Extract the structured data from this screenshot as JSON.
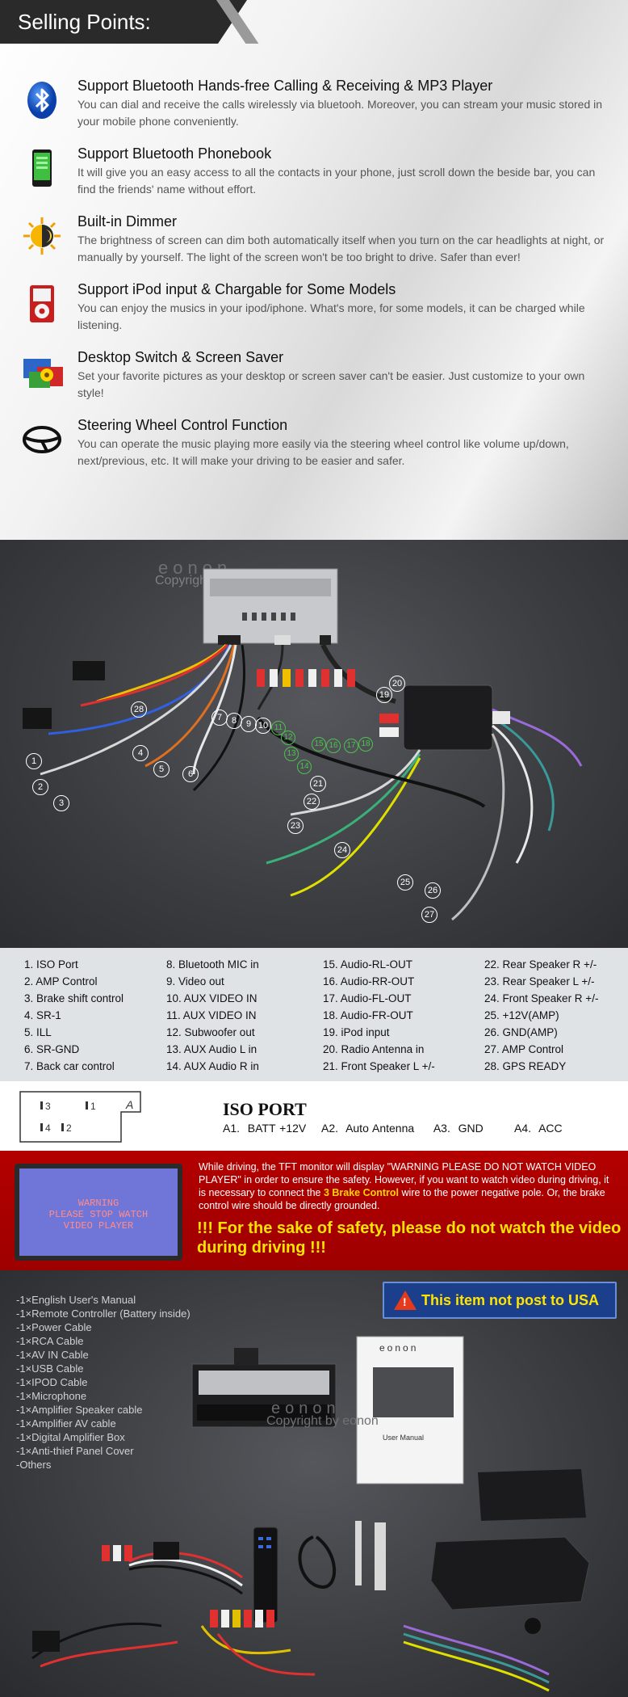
{
  "selling_points": {
    "title": "Selling Points:",
    "features": [
      {
        "icon": "bluetooth-icon",
        "title": "Support Bluetooth Hands-free Calling & Receiving & MP3 Player",
        "desc": "You can dial and receive the calls wirelessly via bluetooh. Moreover, you can stream your music stored in your mobile phone conveniently."
      },
      {
        "icon": "phone-icon",
        "title": "Support Bluetooth Phonebook",
        "desc": "It will give you an easy access to all the contacts in your phone, just scroll down the beside bar, you can find the friends' name without effort."
      },
      {
        "icon": "dimmer-icon",
        "title": "Built-in Dimmer",
        "desc": "The brightness of screen can dim both automatically itself when you turn on the car headlights at night, or manually by yourself. The light of the screen won't be too bright to drive. Safer than ever!"
      },
      {
        "icon": "ipod-icon",
        "title": "Support iPod input & Chargable for Some Models",
        "desc": "You can enjoy the musics in your ipod/iphone. What's more, for some models, it can be charged while listening."
      },
      {
        "icon": "desktop-icon",
        "title": "Desktop Switch & Screen Saver",
        "desc": "Set your favorite pictures as your desktop or screen saver can't be easier. Just customize to your own style!"
      },
      {
        "icon": "steering-wheel-icon",
        "title": "Steering Wheel Control Function",
        "desc": "You can operate the music playing more easily via the steering wheel control like volume up/down, next/previous, etc. It will make your driving to be easier and safer."
      }
    ]
  },
  "wiring": {
    "watermark": "Copyright by eonon",
    "brand": "eonon",
    "numbers": [
      "1",
      "2",
      "3",
      "4",
      "5",
      "6",
      "7",
      "8",
      "9",
      "10",
      "11",
      "12",
      "13",
      "14",
      "15",
      "16",
      "17",
      "18",
      "19",
      "20",
      "21",
      "22",
      "23",
      "24",
      "25",
      "26",
      "27",
      "28"
    ]
  },
  "legend": {
    "col1": [
      "1. ISO Port",
      "2. AMP Control",
      "3. Brake shift control",
      "4. SR-1",
      "5. ILL",
      "6. SR-GND",
      "7. Back car control"
    ],
    "col2": [
      "8. Bluetooth MIC in",
      "9. Video out",
      "10. AUX VIDEO IN",
      "11.  AUX VIDEO IN",
      "12. Subwoofer out",
      "13. AUX Audio L in",
      "14. AUX Audio R in"
    ],
    "col3": [
      "15. Audio-RL-OUT",
      "16. Audio-RR-OUT",
      "17. Audio-FL-OUT",
      "18. Audio-FR-OUT",
      "19. iPod input",
      "20. Radio Antenna in",
      "21. Front Speaker L +/-"
    ],
    "col4": [
      "22. Rear Speaker R +/-",
      "23. Rear Speaker L +/-",
      "24. Front Speaker R +/-",
      "25. +12V(AMP)",
      "26. GND(AMP)",
      "27. AMP Control",
      "28. GPS READY"
    ]
  },
  "iso": {
    "title": "ISO PORT",
    "items": "A1.  BATT +12V    A2.  Auto Antenna     A3.  GND        A4.  ACC",
    "pins": [
      "3",
      "1",
      "A",
      "4",
      "2"
    ]
  },
  "warning": {
    "screen_lines": [
      "WARNING",
      "PLEASE STOP WATCH",
      "VIDEO PLAYER"
    ],
    "text_before": "While driving, the TFT monitor will display \"WARNING PLEASE DO NOT WATCH VIDEO PLAYER\" in order to ensure the safety. However, if you want to watch video during driving, it is necessary to connect the ",
    "text_highlight": "3 Brake Control",
    "text_after": " wire to the power negative pole. Or, the brake control wire should be directly grounded.",
    "big": "!!! For the sake of safety, please do not watch the video during driving !!!"
  },
  "package": {
    "items": [
      "-1×English User's Manual",
      "-1×Remote Controller (Battery inside)",
      "-1×Power Cable",
      "-1×RCA Cable",
      "-1×AV IN Cable",
      "-1×USB Cable",
      "-1×IPOD Cable",
      "-1×Microphone",
      "-1×Amplifier Speaker cable",
      "-1×Amplifier AV cable",
      "-1×Digital Amplifier Box",
      "-1×Anti-thief Panel Cover",
      "-Others"
    ],
    "notice": "This item not post to USA",
    "watermark": "Copyright by eonon",
    "brand": "eonon",
    "manual_brand": "eonon",
    "manual_label": "User Manual"
  }
}
